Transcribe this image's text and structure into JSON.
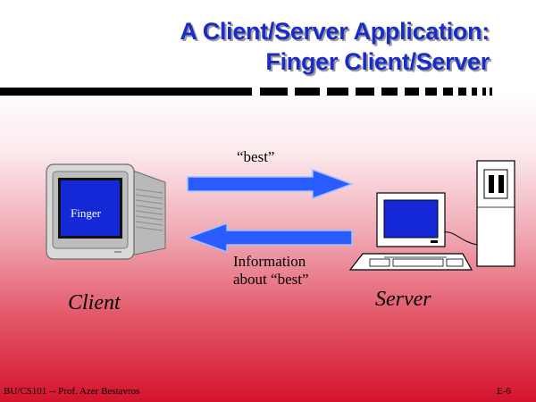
{
  "title": {
    "line1": "A Client/Server Application:",
    "line2": "Finger Client/Server"
  },
  "colors": {
    "title": "#1a2cc8",
    "arrow": "#2a5cff",
    "screen": "#1428d8",
    "background_bottom": "#d3142c"
  },
  "client": {
    "screen_text": "Finger",
    "caption": "Client"
  },
  "server": {
    "caption": "Server"
  },
  "request": {
    "label": "“best”",
    "direction": "client-to-server"
  },
  "response": {
    "label_line1": "Information",
    "label_line2": "about “best”",
    "direction": "server-to-client"
  },
  "footer": {
    "left": "BU/CS101 -- Prof. Azer Bestavros",
    "right": "E-6"
  }
}
